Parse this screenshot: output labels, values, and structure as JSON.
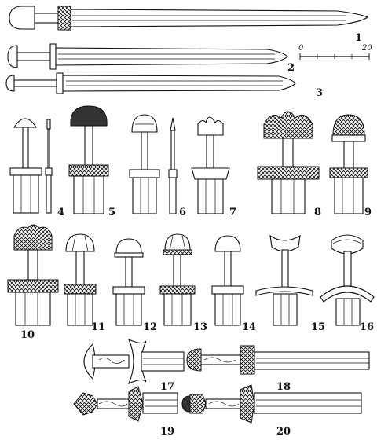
{
  "figure": {
    "labels": [
      "1",
      "2",
      "3",
      "4",
      "5",
      "6",
      "7",
      "8",
      "9",
      "10",
      "11",
      "12",
      "13",
      "14",
      "15",
      "16",
      "17",
      "18",
      "19",
      "20"
    ]
  },
  "scale_bar": {
    "start": "0",
    "end": "20"
  }
}
